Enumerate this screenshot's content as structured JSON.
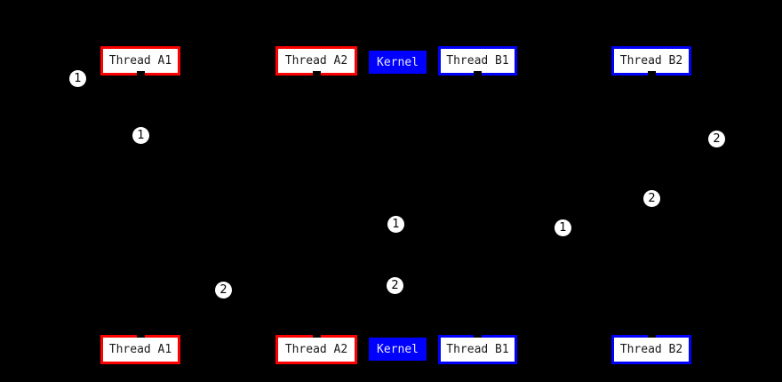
{
  "diagram": {
    "type": "sequence-diagram",
    "background_color": "#000000",
    "line_color": "#000000",
    "actors": [
      {
        "label": "Thread A1",
        "border_color": "#ff0000",
        "fill_color": "#ffffff",
        "text_color": "#1a1a1a"
      },
      {
        "label": "Thread A2",
        "border_color": "#ff0000",
        "fill_color": "#ffffff",
        "text_color": "#1a1a1a"
      },
      {
        "label": "Kernel",
        "border_color": "#0000ff",
        "fill_color": "#0000ff",
        "text_color": "#e8e8ff"
      },
      {
        "label": "Thread B1",
        "border_color": "#0000ff",
        "fill_color": "#ffffff",
        "text_color": "#1a1a1a"
      },
      {
        "label": "Thread B2",
        "border_color": "#0000ff",
        "fill_color": "#ffffff",
        "text_color": "#1a1a1a"
      }
    ],
    "markers": [
      {
        "label": "1"
      },
      {
        "label": "1"
      },
      {
        "label": "2"
      },
      {
        "label": "2"
      },
      {
        "label": "1"
      },
      {
        "label": "1"
      },
      {
        "label": "2"
      },
      {
        "label": "2"
      }
    ]
  }
}
